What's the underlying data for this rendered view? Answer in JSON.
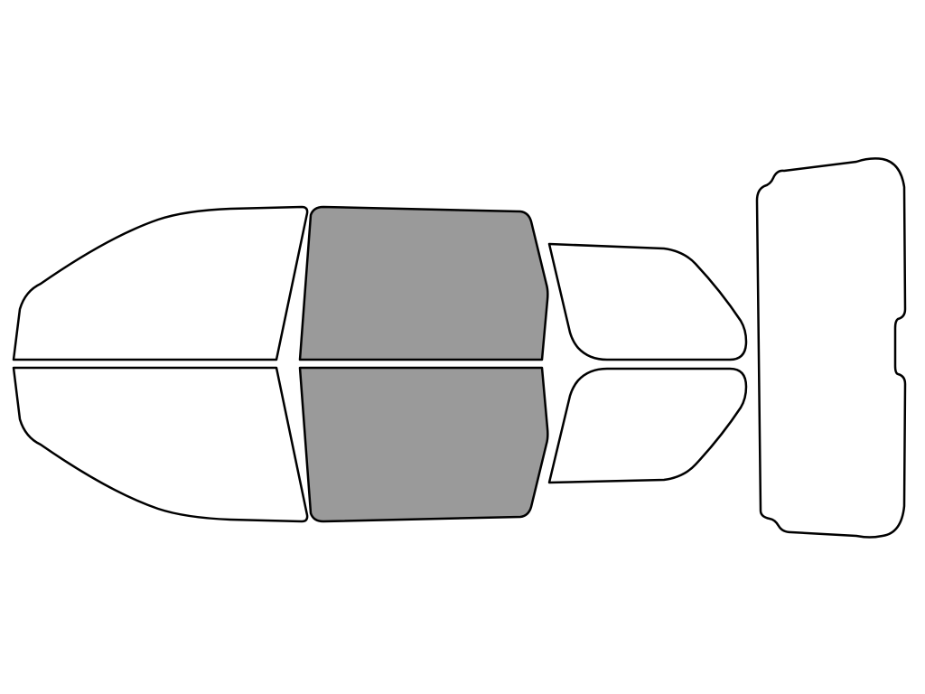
{
  "colors": {
    "background": "#ffffff",
    "outline": "#000000",
    "unselected_fill": "#ffffff",
    "selected_fill": "#9a9a9a"
  },
  "windows": [
    {
      "id": "front-left-window",
      "selected": false
    },
    {
      "id": "rear-left-window",
      "selected": true
    },
    {
      "id": "rear-left-quarter-window",
      "selected": false
    },
    {
      "id": "front-right-window",
      "selected": false
    },
    {
      "id": "rear-right-window",
      "selected": true
    },
    {
      "id": "rear-right-quarter-window",
      "selected": false
    },
    {
      "id": "rear-windshield",
      "selected": false
    }
  ]
}
